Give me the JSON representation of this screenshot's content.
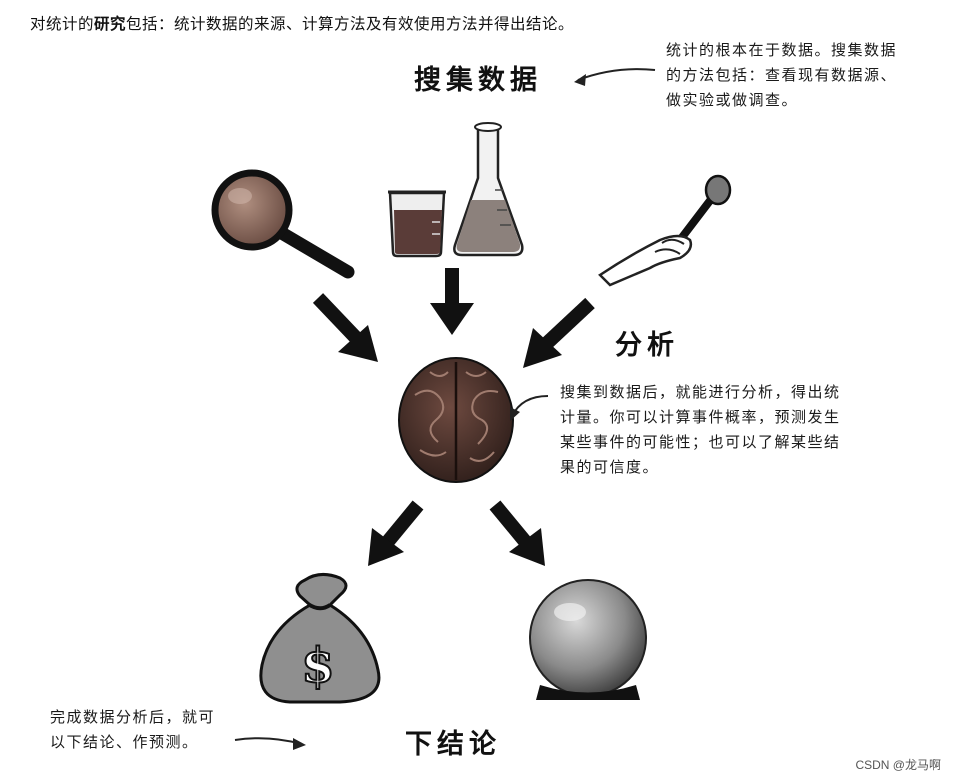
{
  "intro": {
    "before": "对统计的",
    "bold": "研究",
    "after": "包括：统计数据的来源、计算方法及有效使用方法并得出结论。"
  },
  "stages": {
    "collect": {
      "title": "搜集数据",
      "note": "统计的根本在于数据。搜集数据的方法包括：查看现有数据源、做实验或做调查。"
    },
    "analyze": {
      "title": "分析",
      "note": "搜集到数据后，就能进行分析，得出统计量。你可以计算事件概率，预测发生某些事件的可能性；也可以了解某些结果的可信度。"
    },
    "conclude": {
      "title": "下结论",
      "note": "完成数据分析后，就可以下结论、作预测。"
    }
  },
  "icons": [
    "magnifier-icon",
    "beaker-icon",
    "flask-icon",
    "microphone-icon",
    "brain-icon",
    "money-bag-icon",
    "crystal-ball-icon"
  ],
  "watermark": "CSDN @龙马啊"
}
